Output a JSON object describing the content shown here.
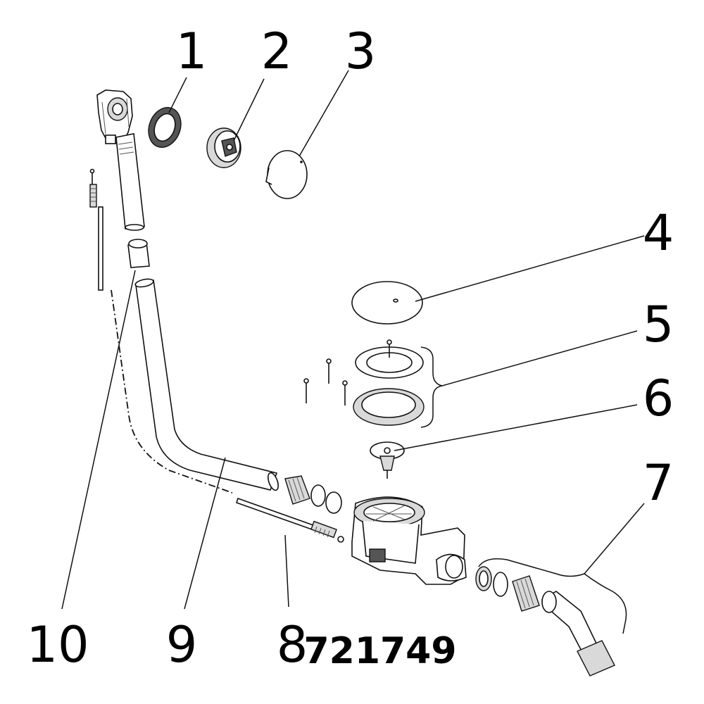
{
  "callouts": [
    {
      "label": "1",
      "part": "overflow-seal"
    },
    {
      "label": "2",
      "part": "overflow-rosette"
    },
    {
      "label": "3",
      "part": "overflow-cover-cap"
    },
    {
      "label": "4",
      "part": "drain-disc"
    },
    {
      "label": "5",
      "part": "flange-ring-set"
    },
    {
      "label": "6",
      "part": "plug-valve"
    },
    {
      "label": "7",
      "part": "outlet-elbow-set"
    },
    {
      "label": "8",
      "part": "bowden-cable"
    },
    {
      "label": "9",
      "part": "overflow-pipe"
    },
    {
      "label": "10",
      "part": "pipe-connector"
    }
  ],
  "part_number": "721749"
}
